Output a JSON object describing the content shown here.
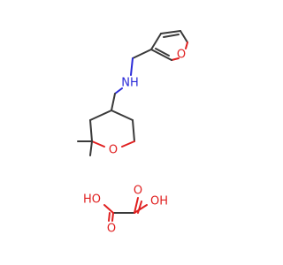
{
  "labels": {
    "furan_o": "O",
    "amine": "NH",
    "pyran_o": "O",
    "oxalic_o_top": "O",
    "oxalic_o_bottom": "O",
    "hydroxyl_left": "HO",
    "hydroxyl_right": "OH"
  },
  "colors": {
    "carbon_bond": "#3a3a3a",
    "oxygen": "#e02020",
    "nitrogen": "#2a2ad8",
    "background": "#ffffff"
  }
}
